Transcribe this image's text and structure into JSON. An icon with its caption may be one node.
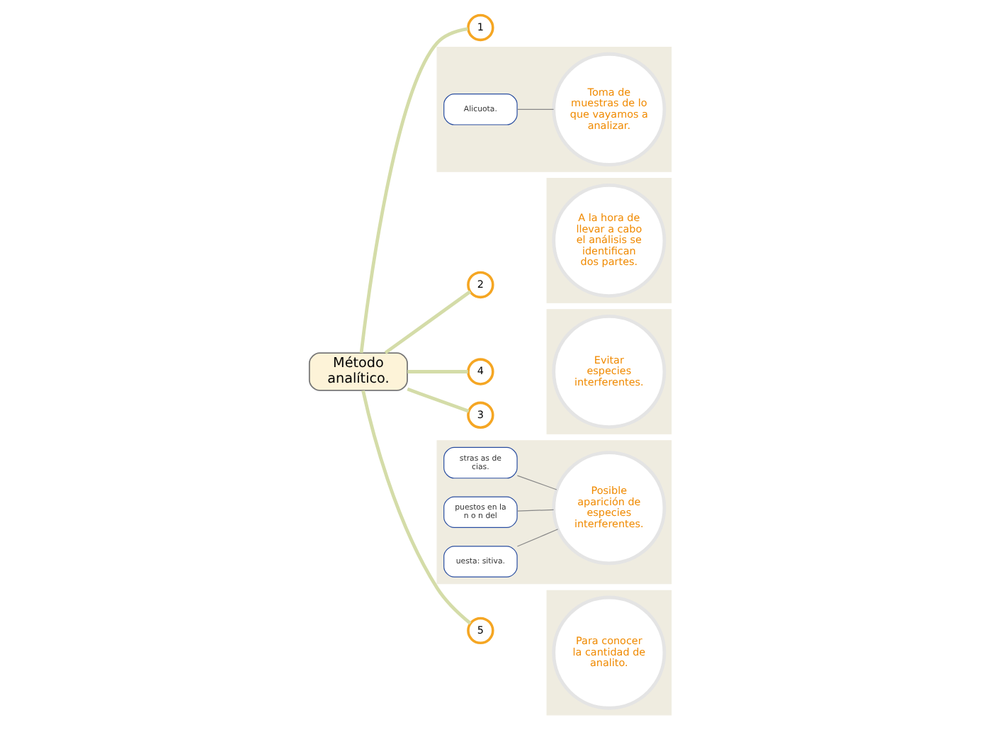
{
  "diagram": {
    "nodes": [
      {
        "text": [
          "Método analítico."
        ]
      },
      {
        "text": [
          "1"
        ]
      },
      {
        "text": [
          "2"
        ]
      },
      {
        "text": [
          "3"
        ]
      },
      {
        "text": [
          "4"
        ]
      },
      {
        "text": [
          "5"
        ]
      },
      {
        "text": [],
        "shape": "box"
      },
      {
        "text": [
          "Alicuota."
        ],
        "in": 6
      },
      {
        "text": [
          "Toma de muestras de lo que vayamos a analizar."
        ],
        "in": 6
      },
      {
        "text": [],
        "shape": "box"
      },
      {
        "text": [
          "A la hora de llevar a cabo el análisis se identifican dos partes."
        ],
        "in": 9
      },
      {
        "text": [],
        "shape": "box"
      },
      {
        "text": [
          "stras as de cias."
        ],
        "in": 11
      },
      {
        "text": [
          "puestos en la n o n del"
        ],
        "in": 11
      },
      {
        "text": [
          "uesta: sitiva."
        ],
        "in": 11
      },
      {
        "text": [
          "Posible aparición de especies interferentes."
        ],
        "in": 11
      },
      {
        "text": [],
        "shape": "box"
      },
      {
        "text": [
          "Evitar especies interferentes."
        ],
        "in": 16
      },
      {
        "text": [],
        "shape": "box"
      },
      {
        "text": [
          "Para conocer la cantidad de analito."
        ],
        "in": 18
      }
    ],
    "edges": [
      {
        "from": 0,
        "to": 1,
        "arrow": "none"
      },
      {
        "from": 0,
        "to": 2,
        "arrow": "none"
      },
      {
        "from": 0,
        "to": 3,
        "arrow": "none"
      },
      {
        "from": 0,
        "to": 4,
        "arrow": "none"
      },
      {
        "from": 0,
        "to": 5,
        "arrow": "none"
      },
      {
        "from": 7,
        "to": 8,
        "arrow": "none",
        "color": "#888888"
      },
      {
        "from": 12,
        "to": 15,
        "arrow": "none",
        "color": "#888888"
      },
      {
        "from": 13,
        "to": 15,
        "arrow": "none",
        "color": "#888888"
      },
      {
        "from": 14,
        "to": 15,
        "arrow": "none",
        "color": "#888888"
      }
    ]
  }
}
